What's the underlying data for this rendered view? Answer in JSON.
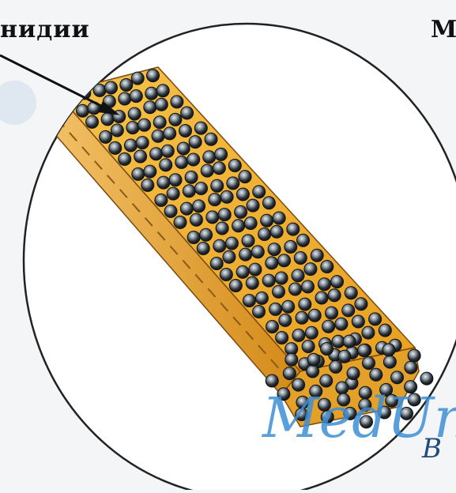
{
  "labels": {
    "left": "нидии",
    "right": "M"
  },
  "watermark": {
    "main": "MedUn",
    "sub": "B"
  },
  "colors": {
    "background": "#f4f5f7",
    "circle_fill": "#ffffff",
    "circle_stroke": "#222222",
    "filament_top": "#f2b02a",
    "filament_side": "#d9921a",
    "filament_edge": "#7a4a12",
    "spore": "#2b3238",
    "spore_highlight": "#c9d3da",
    "watermark": "#3d8fd6"
  }
}
